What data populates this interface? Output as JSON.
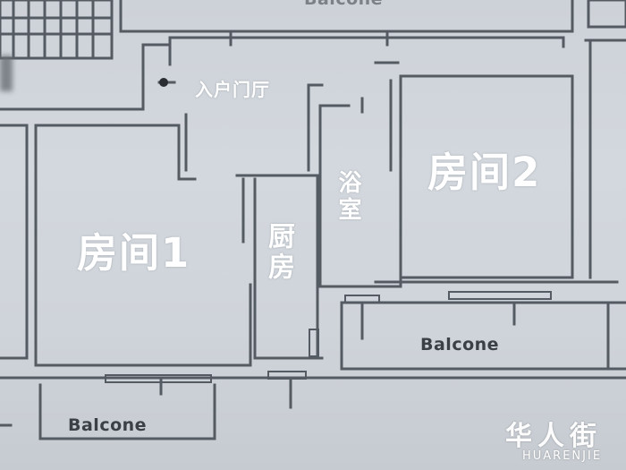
{
  "labels": {
    "entrance_hall": "入户门厅",
    "room1": "房间1",
    "room2": "房间2",
    "kitchen": "厨房",
    "bathroom": "浴室",
    "balcony_left": "Balcone",
    "balcony_right": "Balcone",
    "partial_top": "Balcone"
  },
  "watermark": {
    "cn": "华人街",
    "en": "HUARENJIE"
  },
  "colors": {
    "wall": "#555b62",
    "label_text": "#ffffff",
    "background": "#cdd2d8"
  }
}
